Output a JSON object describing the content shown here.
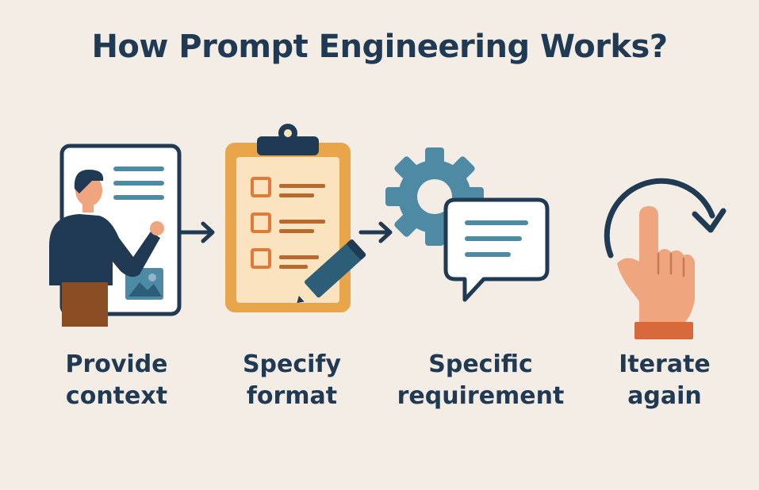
{
  "title": "How Prompt Engineering Works?",
  "steps": [
    {
      "line1": "Provide",
      "line2": "context",
      "icon": "person-presenting-icon"
    },
    {
      "line1": "Specify",
      "line2": "format",
      "icon": "clipboard-checklist-icon"
    },
    {
      "line1": "Specific",
      "line2": "requirement",
      "icon": "gear-chat-icon"
    },
    {
      "line1": "Iterate",
      "line2": "again",
      "icon": "cycle-hand-icon"
    }
  ],
  "colors": {
    "background": "#f3ede6",
    "navy": "#1f3a52",
    "teal": "#4e8aa3",
    "orange": "#e9a54a",
    "paper": "#fbe3bf",
    "brown": "#b86a2e",
    "skin": "#efa57e",
    "cuff": "#d8693a"
  }
}
